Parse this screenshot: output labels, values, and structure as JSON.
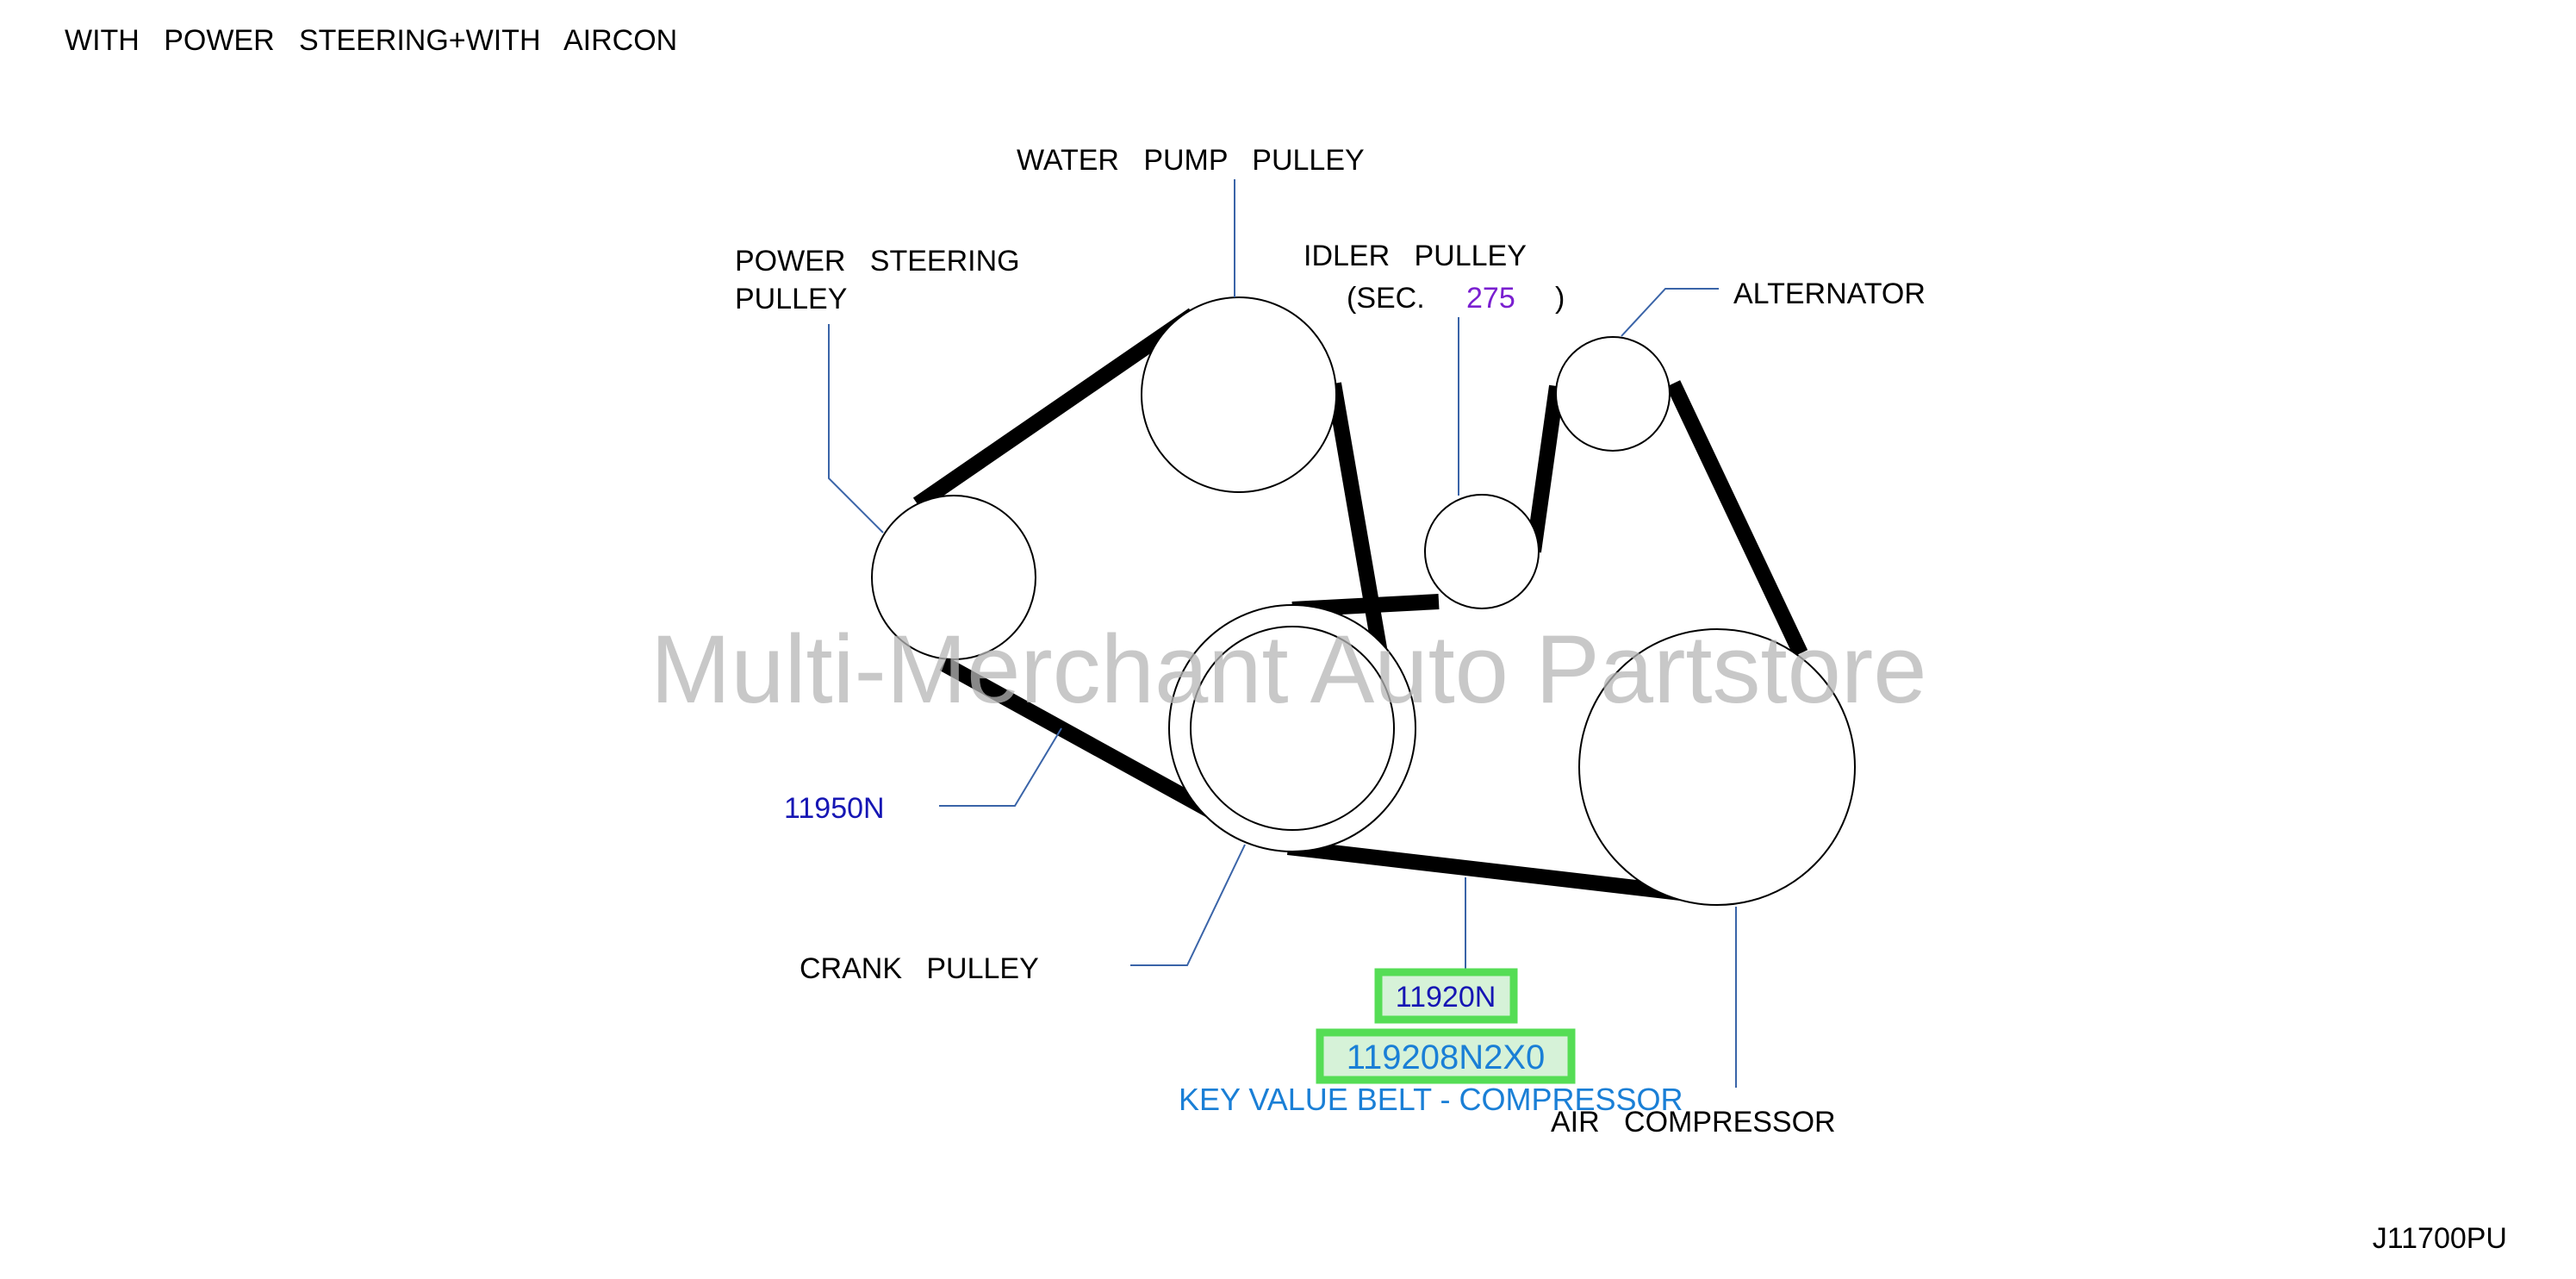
{
  "header": {
    "title": "WITH   POWER   STEERING+WITH   AIRCON"
  },
  "footer": {
    "diagram_code": "J11700PU"
  },
  "watermark": {
    "text": "Multi-Merchant Auto Partstore"
  },
  "labels": {
    "water_pump_pulley": "WATER   PUMP   PULLEY",
    "power_steering_pulley_line1": "POWER   STEERING",
    "power_steering_pulley_line2": "PULLEY",
    "idler_pulley_line1": "IDLER   PULLEY",
    "idler_sec_prefix": "(SEC.",
    "idler_sec_number": "275",
    "idler_sec_suffix": ")",
    "alternator": "ALTERNATOR",
    "crank_pulley": "CRANK   PULLEY",
    "air_compressor": "AIR   COMPRESSOR"
  },
  "parts": {
    "ref_11950n": "11950N",
    "ref_11920n": "11920N",
    "part_number": "119208N2X0",
    "part_description": "KEY VALUE BELT - COMPRESSOR"
  },
  "colors": {
    "link_blue": "#1616b4",
    "part_blue": "#1a7fd6",
    "section_purple": "#7a1fd0",
    "highlight_green": "#55dd55",
    "leader_line": "#3a64a8",
    "watermark_gray": "#b5b5b5"
  }
}
